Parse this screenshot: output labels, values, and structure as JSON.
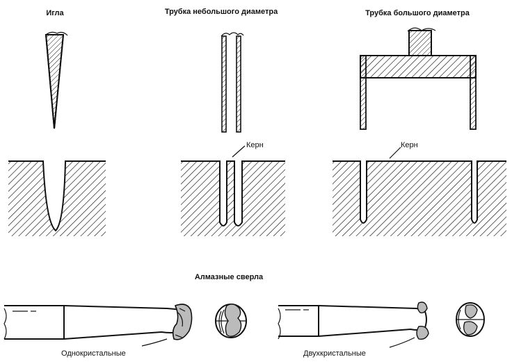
{
  "labels": {
    "needle": "Игла",
    "small_tube": "Трубка небольшого диаметра",
    "large_tube": "Трубка большого диаметра",
    "core_small": "Керн",
    "core_large": "Керн",
    "diamond_drills": "Алмазные сверла",
    "single_crystal": "Однокристальные",
    "double_crystal": "Двухкристальные"
  },
  "colors": {
    "ink": "#111111",
    "background": "#ffffff"
  }
}
